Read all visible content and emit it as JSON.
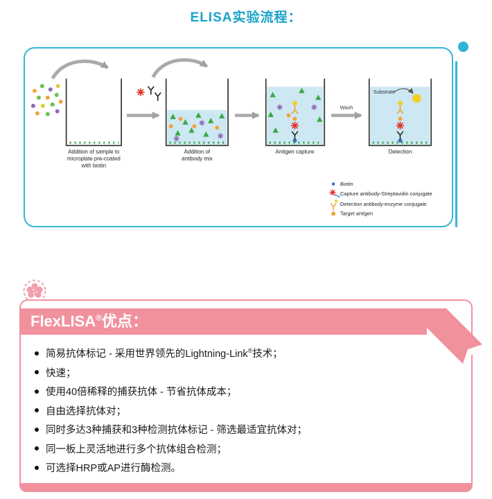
{
  "page": {
    "title": "ELISA实验流程："
  },
  "colors": {
    "teal_accent": "#2fb3d6",
    "pink_accent": "#f2919e"
  },
  "diagram": {
    "steps": [
      {
        "label_lines": [
          "Addition of sample to",
          "microplate pre-coated",
          "with biotin"
        ]
      },
      {
        "label_lines": [
          "Addition of",
          "antibody mix"
        ]
      },
      {
        "label_lines": [
          "Antigen capture"
        ]
      },
      {
        "label_lines": [
          "Detection"
        ]
      }
    ],
    "wash_label": "Wash",
    "substrate_label": "Substrate",
    "legend": [
      {
        "label": "Biotin"
      },
      {
        "label": "Capture antibody-Streptavidin conjugate"
      },
      {
        "label": "Detection antibody-enzyme conjugate"
      },
      {
        "label": "Target antigen"
      }
    ]
  },
  "advantages": {
    "heading": {
      "pre": "FlexLISA",
      "sup": "®",
      "post": "优点："
    },
    "bullets": [
      {
        "pre": "简易抗体标记 - 采用世界领先的Lightning-Link",
        "sup": "®",
        "post": "技术；"
      },
      {
        "pre": "快速；",
        "sup": "",
        "post": ""
      },
      {
        "pre": "使用40倍稀释的捕获抗体 - 节省抗体成本；",
        "sup": "",
        "post": ""
      },
      {
        "pre": "自由选择抗体对；",
        "sup": "",
        "post": ""
      },
      {
        "pre": "同时多达3种捕获和3种检测抗体标记 - 筛选最适宜抗体对；",
        "sup": "",
        "post": ""
      },
      {
        "pre": "同一板上灵活地进行多个抗体组合检测；",
        "sup": "",
        "post": ""
      },
      {
        "pre": "可选择HRP或AP进行酶检测。",
        "sup": "",
        "post": ""
      }
    ]
  }
}
